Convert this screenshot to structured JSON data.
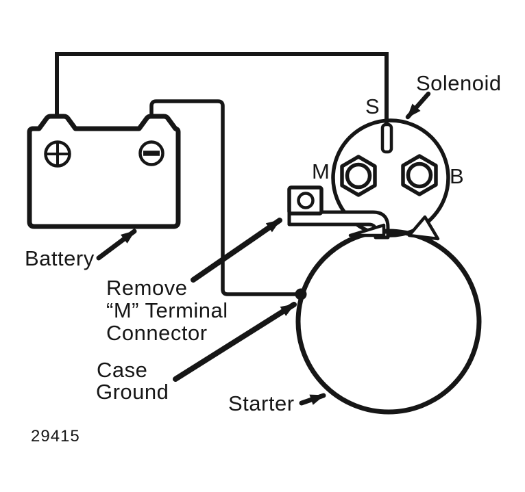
{
  "figure": {
    "number": "29415",
    "type": "starter-circuit-wiring-diagram",
    "ink_color": "#161616",
    "background_color": "#ffffff"
  },
  "labels": {
    "battery": "Battery",
    "solenoid": "Solenoid",
    "terminal_s": "S",
    "terminal_m": "M",
    "terminal_b": "B",
    "battery_positive": "+",
    "battery_negative": "−",
    "remove_line1": "Remove",
    "remove_line2": "“M” Terminal",
    "remove_line3": "Connector",
    "case_ground_line1": "Case",
    "case_ground_line2": "Ground",
    "starter": "Starter"
  },
  "connections": [
    "battery positive terminal to solenoid S terminal (wire over top)",
    "battery negative terminal to starter case ground point (wire down left side)"
  ],
  "components": [
    "battery with positive and negative posts",
    "solenoid with S, M and B terminals (hex nuts on M and B)",
    "M terminal connector bracket",
    "starter housing with case ground point"
  ]
}
